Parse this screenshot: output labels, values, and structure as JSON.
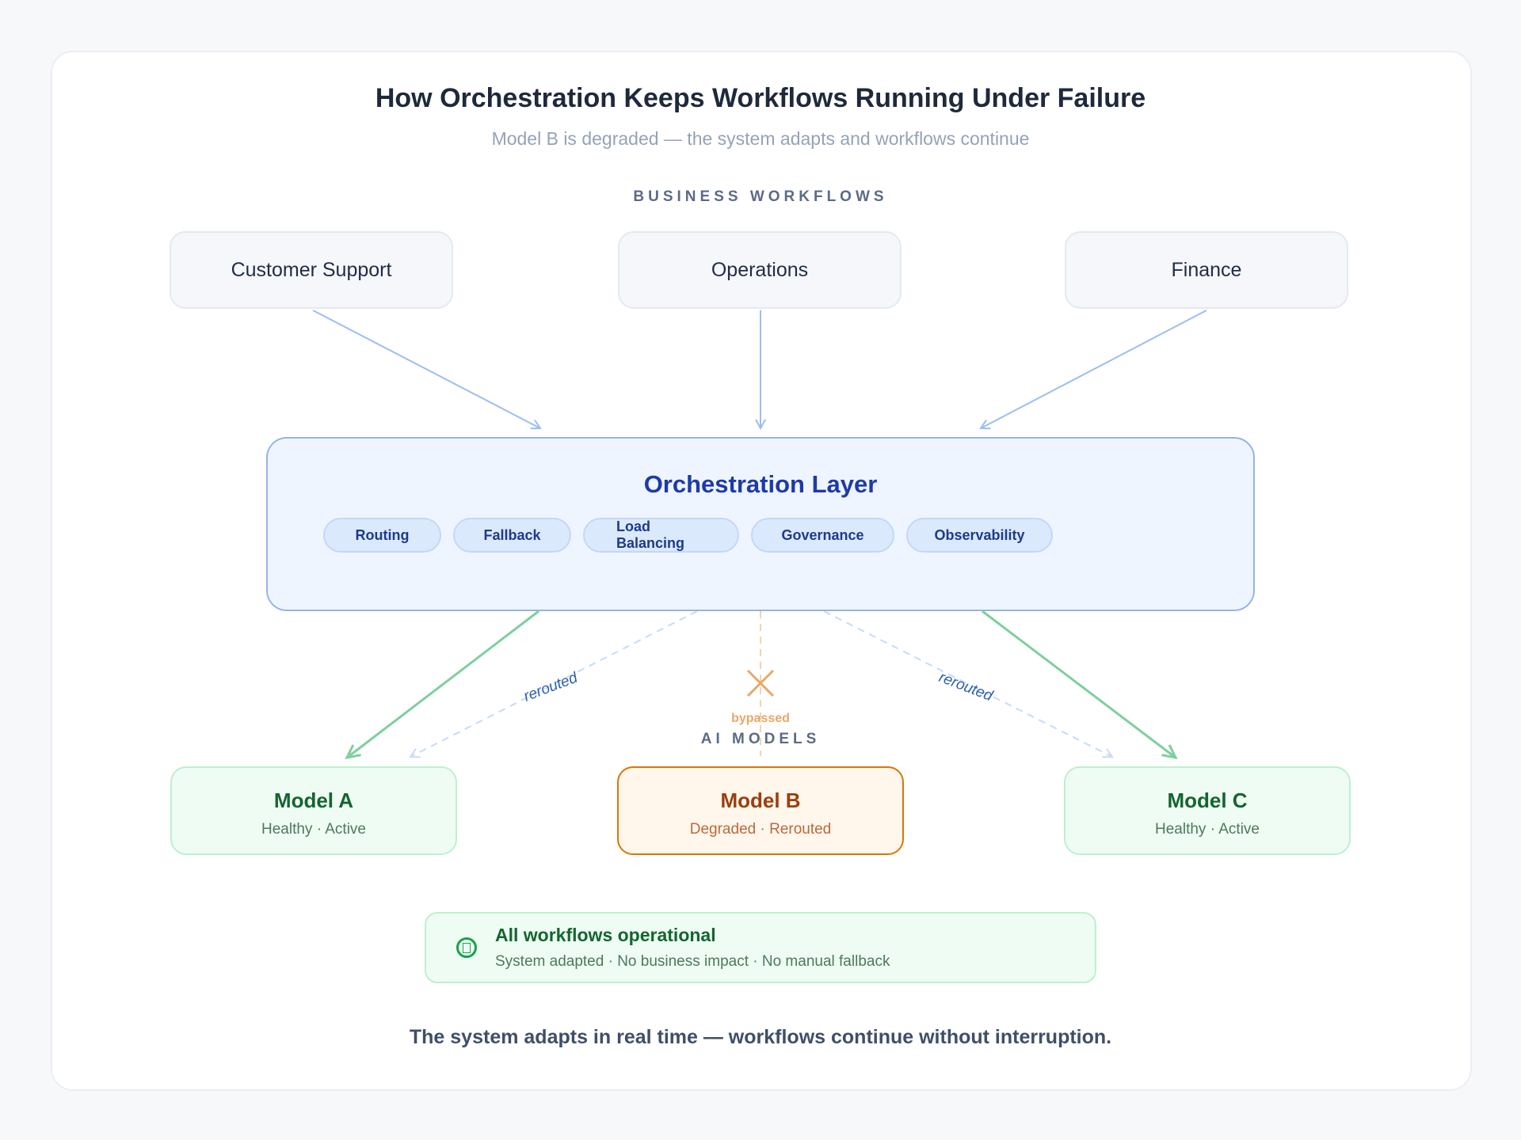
{
  "header": {
    "title": "How Orchestration Keeps Workflows Running Under Failure",
    "subtitle": "Model B is degraded — the system adapts and workflows continue"
  },
  "business_workflows": {
    "label": "BUSINESS WORKFLOWS",
    "items": [
      {
        "label": "Customer Support"
      },
      {
        "label": "Operations"
      },
      {
        "label": "Finance"
      }
    ]
  },
  "orchestration": {
    "title": "Orchestration Layer",
    "capabilities": [
      "Routing",
      "Fallback",
      "Load Balancing",
      "Governance",
      "Observability"
    ]
  },
  "edges": {
    "rerouted_left": "rerouted",
    "rerouted_right": "rerouted",
    "bypassed": "bypassed"
  },
  "ai_models": {
    "label": "AI MODELS",
    "items": [
      {
        "name": "Model A",
        "status": "Healthy · Active",
        "state": "healthy"
      },
      {
        "name": "Model B",
        "status": "Degraded · Rerouted",
        "state": "degraded"
      },
      {
        "name": "Model C",
        "status": "Healthy · Active",
        "state": "healthy"
      }
    ]
  },
  "status_banner": {
    "icon": "check-circle-icon",
    "title": "All workflows operational",
    "subtitle": "System adapted · No business impact · No manual fallback"
  },
  "footer": {
    "text": "The system adapts in real time — workflows continue without interruption."
  },
  "colors": {
    "flow_blue": "#9dbdf0",
    "healthy_green": "#7fcf9f",
    "degraded_orange": "#e8a866",
    "reroute_dashed": "#c8dbf8",
    "reroute_label": "#2f5fa8"
  }
}
